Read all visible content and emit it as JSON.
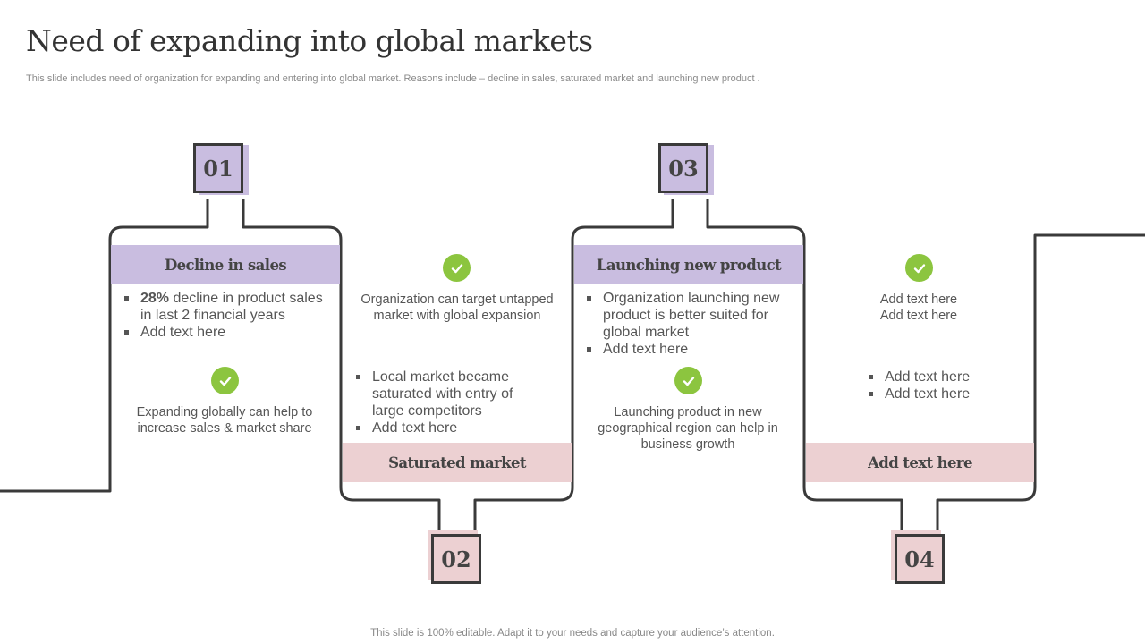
{
  "header": {
    "title": "Need of expanding into global markets",
    "subtitle": "This slide includes need of organization for expanding and entering into global market. Reasons include – decline in sales, saturated market and launching new product ."
  },
  "colors": {
    "lavender": "#c9bde0",
    "pink": "#ecd0d2",
    "check_green": "#8cc53f",
    "outline": "#3a3a3a"
  },
  "steps": [
    {
      "number": "01",
      "heading": "Decline in sales",
      "bullets": [
        {
          "bold": "28%",
          "text": " decline in product sales in last 2 financial years"
        },
        {
          "text": "Add text here"
        }
      ],
      "check_text": "Expanding globally can help to increase sales & market share"
    },
    {
      "number": "02",
      "heading": "Saturated market",
      "check_text": "Organization can target untapped market with global expansion",
      "bullets": [
        {
          "text": "Local market became saturated with entry of large competitors"
        },
        {
          "text": "Add text here"
        }
      ]
    },
    {
      "number": "03",
      "heading": "Launching new product",
      "bullets": [
        {
          "text": "Organization launching new product is better suited for global market"
        },
        {
          "text": "Add text here"
        }
      ],
      "check_text": "Launching product in new geographical region can help in business growth"
    },
    {
      "number": "04",
      "heading": "Add text here",
      "check_text_lines": [
        "Add text here",
        "Add text here"
      ],
      "bullets": [
        {
          "text": "Add text here"
        },
        {
          "text": "Add text here"
        }
      ]
    }
  ],
  "footer": "This slide is 100% editable. Adapt it to your needs and capture your audience’s attention.",
  "icons": {
    "check": "check-circle-icon"
  }
}
